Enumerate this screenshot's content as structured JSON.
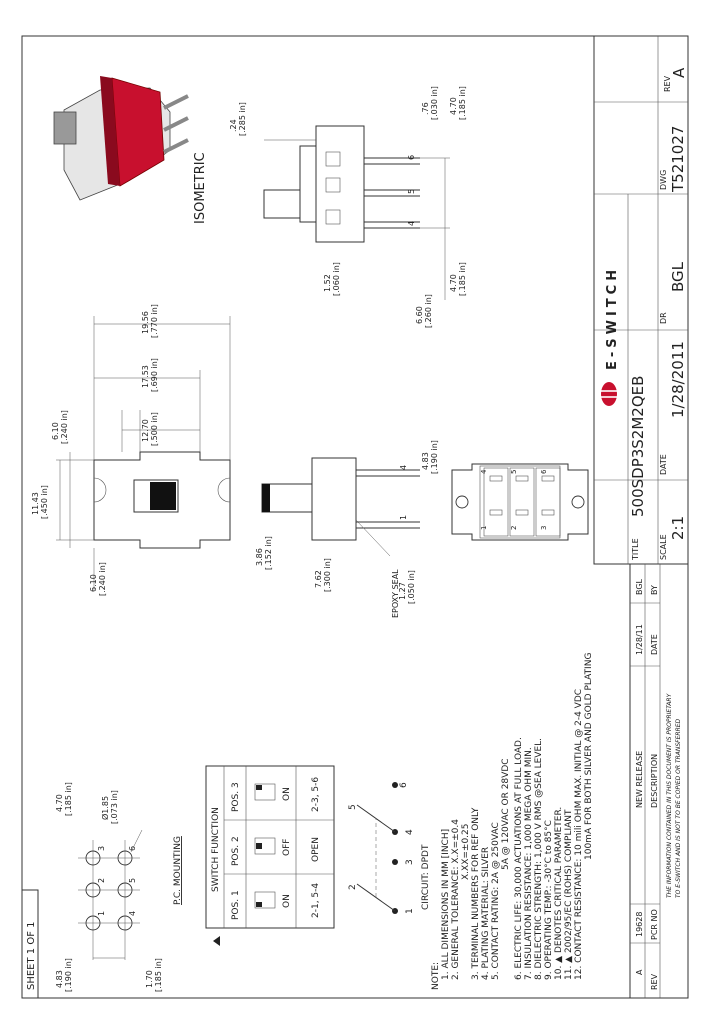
{
  "title_block": {
    "title_label": "TITLE",
    "title_value": "500SDP3S2M2QEB",
    "scale_label": "SCALE",
    "scale_value": "2:1",
    "date_label": "DATE",
    "date_value": "1/28/2011",
    "dr_label": "DR",
    "dr_value": "BGL",
    "dwg_label": "DWG",
    "dwg_value": "T521027",
    "rev_label": "REV",
    "rev_value": "A",
    "brand": "E-SWITCH"
  },
  "revision_block": {
    "headers": [
      "REV",
      "PCR NO",
      "DESCRIPTION",
      "DATE",
      "BY"
    ],
    "row": [
      "A",
      "19628",
      "NEW RELEASE",
      "1/28/11",
      "BGL"
    ],
    "disclaimer_1": "THE INFORMATION CONTAINED IN THIS DOCUMENT IS PROPRIETARY",
    "disclaimer_2": "TO E-SWITCH AND IS NOT TO BE COPIED OR TRANSFERRED"
  },
  "sheet": "SHEET 1 OF 1",
  "notes": {
    "header": "NOTE:",
    "lines": [
      "1. ALL DIMENSIONS IN MM [INCH]",
      "2. GENERAL TOLERANCE: X.X=±0.4",
      "X.XX=±0.25",
      "3. TERMINAL NUMBERS FOR REF ONLY",
      "4. PLATING MATERIAL: SILVER",
      "5. CONTACT RATING: 2A @ 250VAC",
      "5A @ 120VAC OR 28VDC",
      "6. ELECTRIC LIFE: 30,000 ACTUATIONS AT FULL LOAD.",
      "7. INSULATION RESISTANCE: 1,000 MEGA OHM MIN.",
      "8. DIELECTRIC STRENGTH: 1,000 V RMS @SEA LEVEL.",
      "9. OPERATING TEMP.: -30°C to 85°C",
      "10. ▲ DENOTES CRITICAL PARAMETER.",
      "11. ▲ 2002/95/EC (ROHS) COMPLIANT",
      "12. CONTACT RESISTANCE: 10 mili OHM MAX. INITIAL @ 2-4 VDC",
      "100mA FOR BOTH SILVER AND GOLD PLATING"
    ]
  },
  "circuit": {
    "label": "CIRCUIT: DPDT",
    "terminals": [
      "1",
      "2",
      "3",
      "4",
      "5",
      "6"
    ]
  },
  "switch_function": {
    "title": "SWITCH FUNCTION",
    "headers": [
      "POS. 1",
      "POS. 2",
      "POS. 3"
    ],
    "states": [
      "ON",
      "OFF",
      "ON"
    ],
    "connections": [
      "2-1, 5-4",
      "OPEN",
      "2-3, 5-6"
    ]
  },
  "pc_mounting": {
    "title": "P.C. MOUNTING",
    "pins": [
      "1",
      "2",
      "3",
      "4",
      "5",
      "6"
    ],
    "dims": {
      "d1": "4.83",
      "d1_in": "[.190 in]",
      "d2": "4.70",
      "d2_in": "[.185 in]",
      "d3": "1.70",
      "d3_in": "[.185 in]",
      "hole": "Ø1.85",
      "hole_in": "[.073 in]"
    }
  },
  "front_view": {
    "dims": {
      "a": "11.43",
      "a_in": "[.450 in]",
      "b": "6.10",
      "b_in": "[.240 in]",
      "c": "6.10",
      "c_in": "[.240 in]",
      "d": "12.70",
      "d_in": "[.500 in]",
      "e": "17.53",
      "e_in": "[.690 in]",
      "f": "19.56",
      "f_in": "[.770 in]"
    }
  },
  "side_view": {
    "epoxy": "EPOXY SEAL",
    "pins": [
      "4",
      "1"
    ],
    "dims": {
      "a": "3.86",
      "a_in": "[.152 in]",
      "b": "7.62",
      "b_in": "[.300 in]",
      "c": "1.27",
      "c_in": "[.050 in]",
      "d": "4.83",
      "d_in": "[.190 in]"
    }
  },
  "bottom_view": {
    "pins_top": [
      "4",
      "5",
      "6"
    ],
    "pins_bottom": [
      "1",
      "2",
      "3"
    ]
  },
  "end_view": {
    "pins": [
      "6",
      "5",
      "4"
    ],
    "dims": {
      "a": ".24",
      "a_in": "[.285 in]",
      "b": ".76",
      "b_in": "[.030 in]",
      "c": "4.70",
      "c_in": "[.185 in]",
      "d": "1.52",
      "d_in": "[.060 in]",
      "e": "6.60",
      "e_in": "[.260 in]",
      "f": "4.70",
      "f_in": "[.185 in]"
    }
  },
  "isometric_label": "ISOMETRIC"
}
